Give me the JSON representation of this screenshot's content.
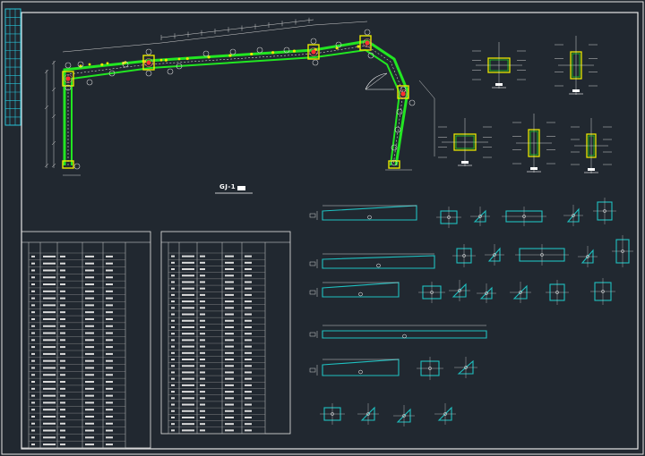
{
  "drawing": {
    "frame_title": "GJ-1",
    "colors": {
      "background": "#212830",
      "frame": "#e6e6e6",
      "member": "#22e622",
      "member_edge": "#ffffff",
      "plate": "#e8e800",
      "bolt": "#ff3030",
      "section": "#1fc0c0",
      "dim": "#cfcfcf",
      "title_block": "#29c4d8"
    },
    "tables": {
      "left": {
        "rows": 28
      },
      "right": {
        "rows": 28
      }
    }
  }
}
